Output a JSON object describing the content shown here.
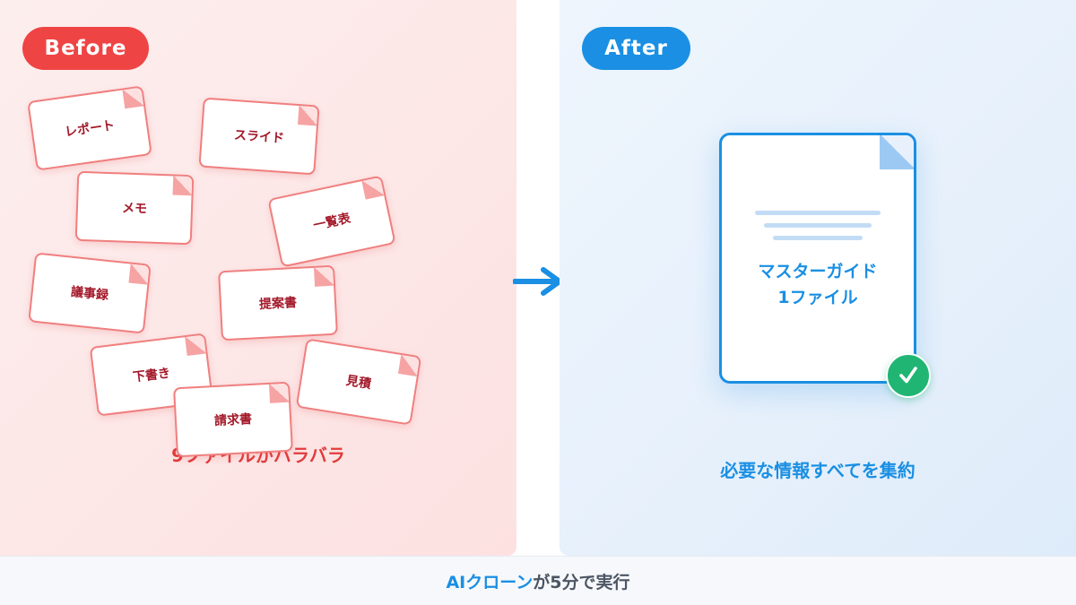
{
  "before": {
    "badge": "Before",
    "files": [
      "レポート",
      "スライド",
      "メモ",
      "一覧表",
      "議事録",
      "提案書",
      "下書き",
      "見積",
      "請求書"
    ],
    "caption": "9ファイルがバラバラ"
  },
  "after": {
    "badge": "After",
    "document": {
      "line1": "マスターガイド",
      "line2": "1ファイル"
    },
    "caption": "必要な情報すべてを集約"
  },
  "footer": {
    "highlight": "AIクローン",
    "rest": "が5分で実行"
  },
  "colors": {
    "before_accent": "#ef4444",
    "after_accent": "#1a8fe3",
    "check": "#21b573"
  },
  "icons": {
    "arrow": "arrow-right-icon",
    "check": "checkmark-icon"
  }
}
